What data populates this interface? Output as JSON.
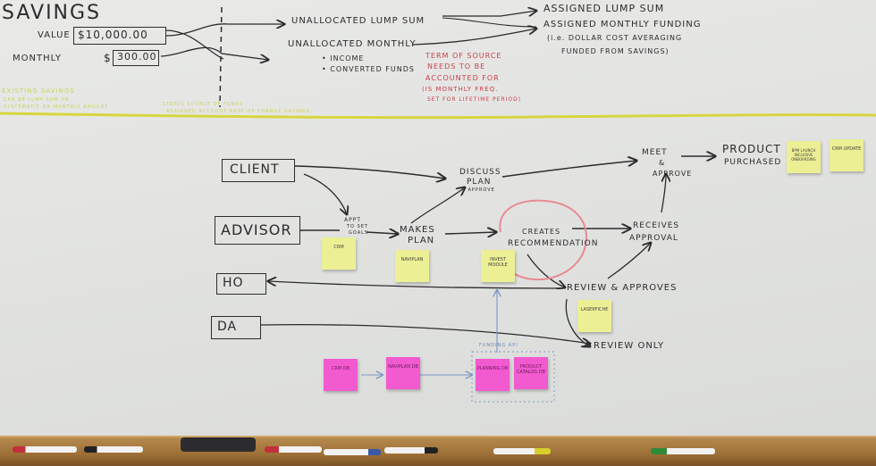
{
  "top_section": {
    "title": "SAVINGS",
    "value_label": "VALUE",
    "value_amount": "$10,000.00",
    "monthly_label": "MONTHLY",
    "monthly_currency": "$",
    "monthly_amount": "300.00",
    "unallocated_lump": "UNALLOCATED LUMP SUM",
    "unallocated_monthly": "UNALLOCATED MONTHLY",
    "bullet_income": "• INCOME",
    "bullet_converted": "• CONVERTED FUNDS",
    "assigned_lump": "ASSIGNED LUMP SUM",
    "assigned_monthly_1": "ASSIGNED MONTHLY FUNDING",
    "assigned_monthly_2": "(i.e. DOLLAR COST AVERAGING",
    "assigned_monthly_3": "FUNDED FROM SAVINGS)",
    "red_note_1": "TERM OF SOURCE",
    "red_note_2": "NEEDS TO BE",
    "red_note_3": "ACCOUNTED FOR",
    "red_note_4": "(IS MONTHLY FREQ.",
    "red_note_5": "SET FOR LIFETIME PERIOD)",
    "yellow_note_1": "EXISTING SAVINGS",
    "yellow_note_2": "CAN BE LUMP SUM OR",
    "yellow_note_3": "SYSTEMATIC OR MONTHLY AMOUNT",
    "yellow_note_4": "STATUS SOURCE OF FUNDS",
    "yellow_note_5": "ASSIGNED ACCOUNT BASE OF CHANGE SAVINGS"
  },
  "flow": {
    "client": "CLIENT",
    "advisor": "ADVISOR",
    "ho": "HO",
    "da": "DA",
    "appt": "APPT",
    "appt_2": "TO SET",
    "appt_3": "GOALS",
    "makes_plan_1": "MAKES",
    "makes_plan_2": "PLAN",
    "discuss_1": "DISCUSS",
    "discuss_2": "PLAN",
    "discuss_3": "& APPROVE",
    "creates": "CREATES",
    "recommendation": "RECOMMENDATION",
    "receives_1": "RECEIVES",
    "receives_2": "APPROVAL",
    "meet_1": "MEET",
    "meet_2": "&",
    "meet_3": "APPROVE",
    "product_1": "PRODUCT",
    "product_2": "PURCHASED",
    "review_approve": "REVIEW & APPROVES",
    "review_only": "REVIEW ONLY",
    "funding_api": "FUNDING API"
  },
  "stickies": {
    "crm": "CRM",
    "naviplan": "NAVIPLAN",
    "invest_module": "INVEST MODULE",
    "laserfiche": "LASERFICHE",
    "bpm": "BPM LAUNCH INCLUSIVE ONBOARDING",
    "crm_update": "CRM UPDATE",
    "crm_db": "CRM DB",
    "naviplan_db": "NAVIPLAN DB",
    "planning_db": "PLANNING DB",
    "product_catalog": "PRODUCT CATALOG DB"
  },
  "colors": {
    "marker_black": "#2b2b2b",
    "marker_red": "#c9404a",
    "marker_pink_loop": "#e88a93",
    "marker_yellow": "#d7d63f",
    "marker_blue": "#7d95c4",
    "sticky_yellow": "#ecef94",
    "sticky_pink": "#f25ad0"
  }
}
